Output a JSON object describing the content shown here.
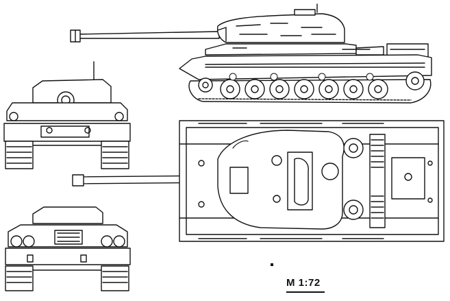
{
  "drawing": {
    "scale_label": "M 1:72"
  },
  "views": {
    "side": "side-view",
    "front": "front-view",
    "rear": "rear-view",
    "top": "top-view"
  }
}
